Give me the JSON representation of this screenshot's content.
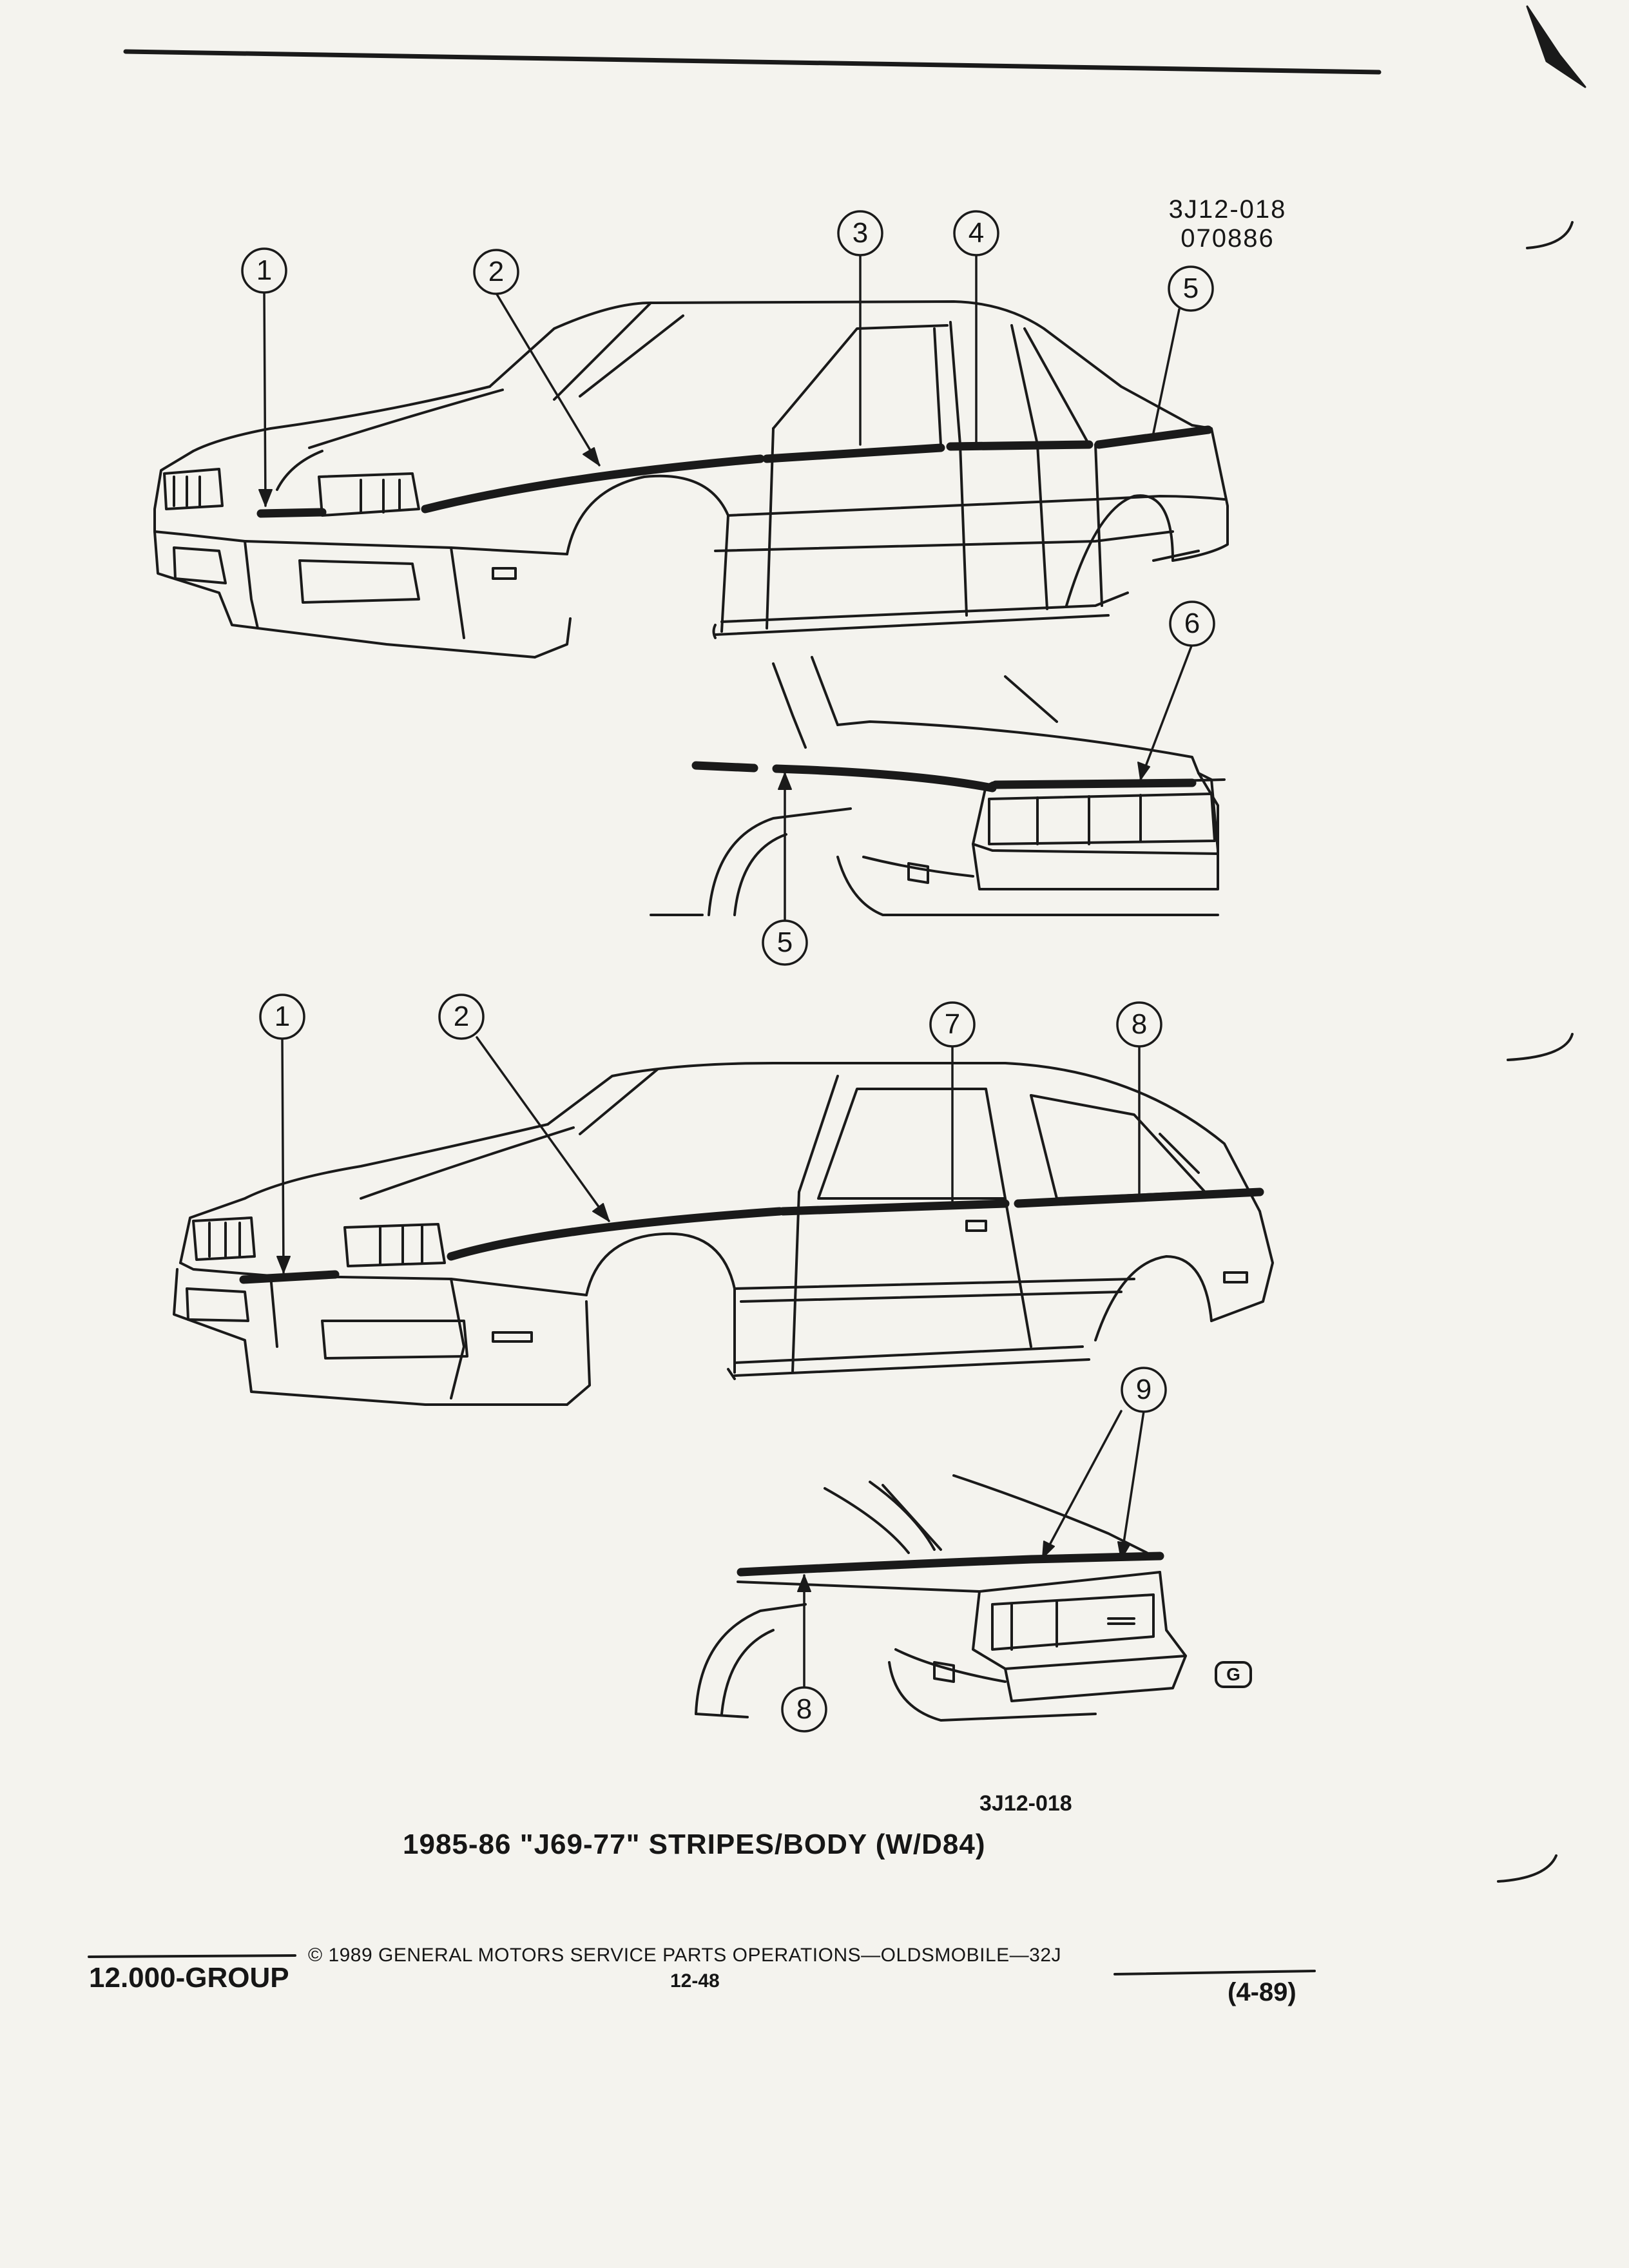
{
  "header": {
    "figure_code": "3J12-018",
    "figure_date": "070886"
  },
  "callouts": {
    "c1": "1",
    "c2": "2",
    "c3": "3",
    "c4": "4",
    "c5": "5",
    "c6": "6",
    "c7": "7",
    "c8": "8",
    "c9": "9"
  },
  "figure": {
    "code": "3J12-018",
    "title": "1985-86 \"J69-77\" STRIPES/BODY (W/D84)"
  },
  "logo_mark": "G",
  "footer": {
    "group": "12.000-GROUP",
    "copyright": "© 1989  GENERAL MOTORS SERVICE PARTS OPERATIONS—OLDSMOBILE—32J",
    "page_number": "12-48",
    "revision": "(4-89)"
  }
}
